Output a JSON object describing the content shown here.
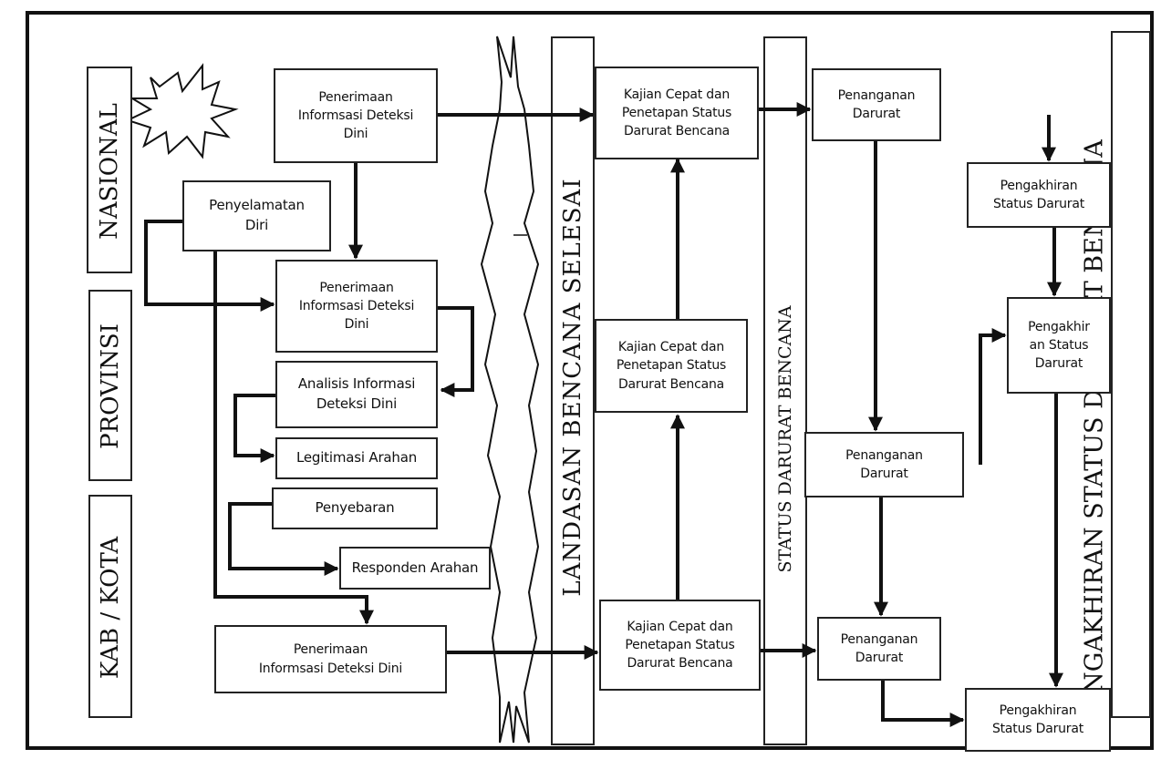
{
  "levels": {
    "nasional": "NASIONAL",
    "provinsi": "PROVINSI",
    "kab_kota": "KAB / KOTA"
  },
  "columns": {
    "landasan": "LANDASAN BENCANA SELESAI",
    "status_darurat": "STATUS DARURAT BENCANA",
    "pengakhiran": "PENGAKHIRAN STATUS DARURAT BENCANA"
  },
  "boxes": {
    "penerimaan_nasional": [
      "Penerimaan",
      "Informsasi Deteksi",
      "Dini"
    ],
    "penyelamatan_diri": [
      "Penyelamatan",
      "Diri"
    ],
    "penerimaan_provinsi": [
      "Penerimaan",
      "Informsasi Deteksi",
      "Dini"
    ],
    "analisis": [
      "Analisis Informasi",
      "Deteksi Dini"
    ],
    "legitimasi": "Legitimasi Arahan",
    "penyebaran": "Penyebaran",
    "responden": "Responden Arahan",
    "penerimaan_kab": [
      "Penerimaan",
      "Informsasi Deteksi Dini"
    ],
    "kajian_nasional": [
      "Kajian Cepat dan",
      "Penetapan Status",
      "Darurat Bencana"
    ],
    "kajian_provinsi": [
      "Kajian Cepat dan",
      "Penetapan Status",
      "Darurat Bencana"
    ],
    "kajian_kab": [
      "Kajian Cepat dan",
      "Penetapan Status",
      "Darurat Bencana"
    ],
    "penanganan_nasional": [
      "Penanganan",
      "Darurat"
    ],
    "penanganan_provinsi": [
      "Penanganan",
      "Darurat"
    ],
    "penanganan_kab": [
      "Penanganan",
      "Darurat"
    ],
    "pengakhiran_nasional": [
      "Pengakhiran",
      "Status Darurat"
    ],
    "pengakhiran_provinsi": [
      "Pengakhir",
      "an Status",
      "Darurat"
    ],
    "pengakhiran_kab": [
      "Pengakhiran",
      "Status Darurat"
    ]
  },
  "colors": {
    "line": "#111111",
    "box_border": "#222222",
    "background": "#ffffff"
  }
}
